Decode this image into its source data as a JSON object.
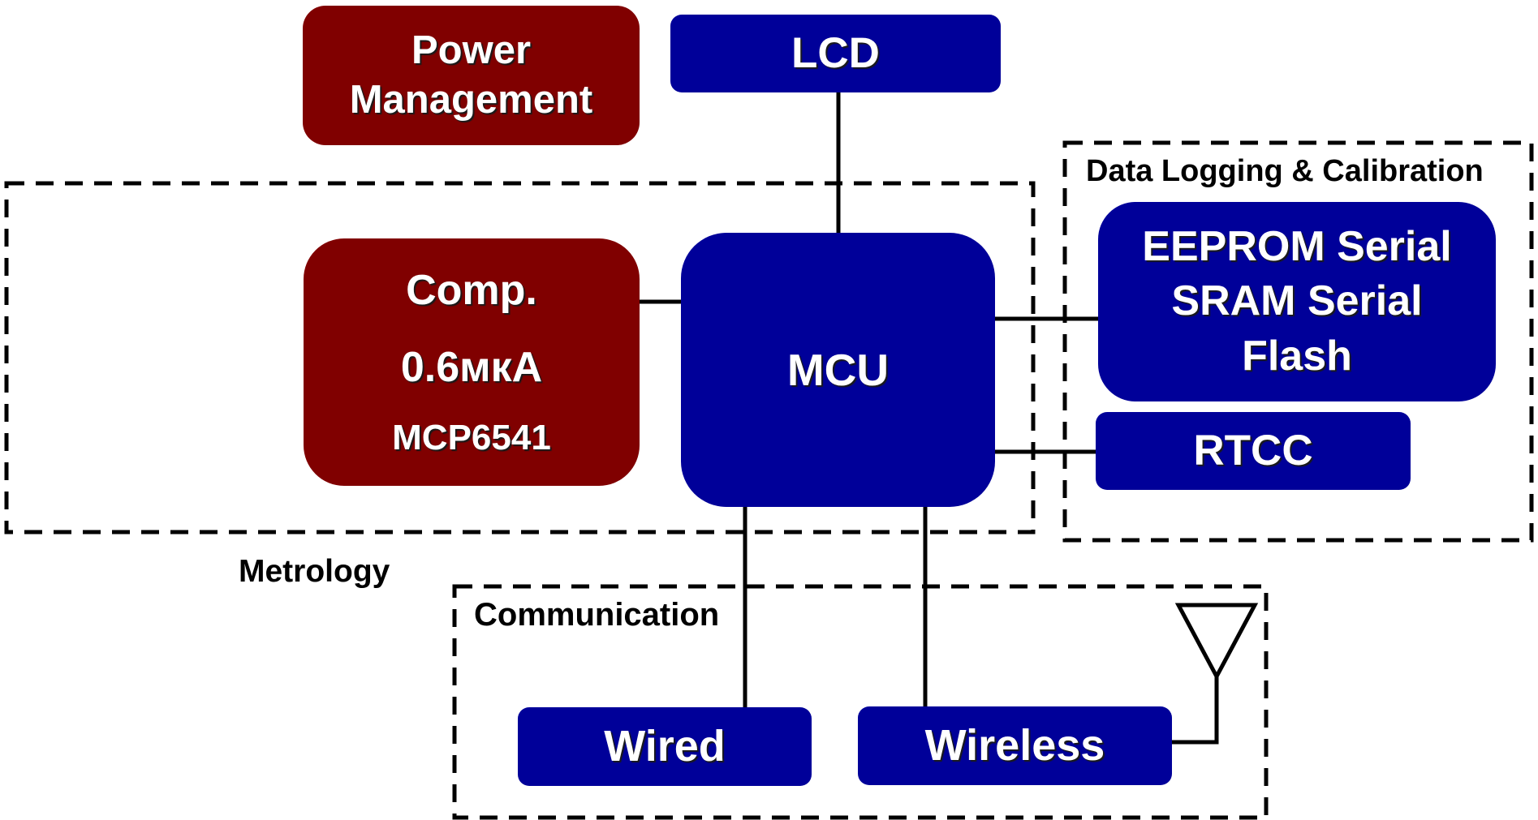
{
  "blocks": {
    "power_management": {
      "line1": "Power",
      "line2": "Management"
    },
    "lcd": {
      "label": "LCD"
    },
    "comp": {
      "line1": "Comp.",
      "line2": "0.6мкА",
      "line3": "MCP6541"
    },
    "mcu": {
      "label": "MCU"
    },
    "memory": {
      "line1": "EEPROM Serial",
      "line2": "SRAM Serial",
      "line3": "Flash"
    },
    "rtcc": {
      "label": "RTCC"
    },
    "wired": {
      "label": "Wired"
    },
    "wireless": {
      "label": "Wireless"
    }
  },
  "regions": {
    "metrology": "Metrology",
    "data_logging": "Data Logging & Calibration",
    "communication": "Communication"
  },
  "colors": {
    "blue_block": "#000099",
    "red_block": "#800000",
    "line": "#000000",
    "background": "#ffffff"
  }
}
